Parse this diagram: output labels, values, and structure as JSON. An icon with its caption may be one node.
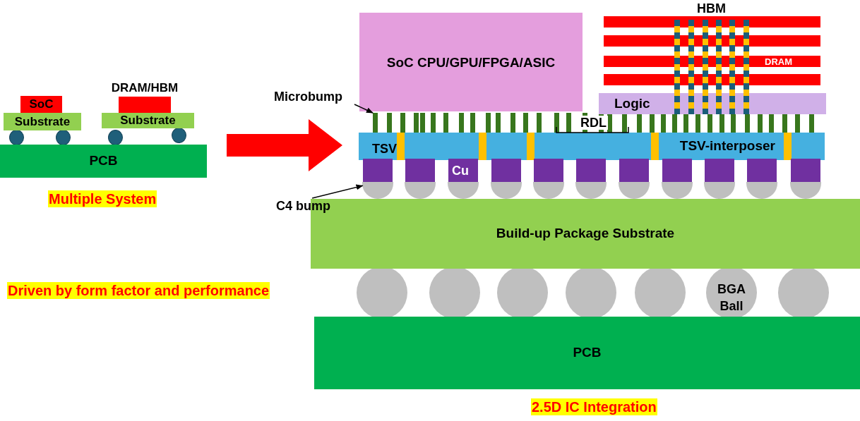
{
  "diagram": {
    "nodes": [
      {
        "text": [
          "SoC"
        ]
      },
      {
        "text": [
          "Substrate"
        ]
      },
      {
        "text": [
          "DRAM/HBM"
        ]
      },
      {
        "text": [
          "Substrate"
        ]
      },
      {
        "text": [
          "PCB"
        ]
      },
      {
        "text": [
          "SoC CPU/GPU/FPGA/ASIC"
        ]
      },
      {
        "text": [
          "HBM"
        ]
      },
      {
        "text": [],
        "shape": "bar",
        "in": 6
      },
      {
        "text": [],
        "shape": "bar",
        "in": 6
      },
      {
        "text": [
          "DRAM"
        ],
        "in": 6
      },
      {
        "text": [],
        "shape": "bar",
        "in": 6
      },
      {
        "text": [
          "Logic"
        ]
      },
      {
        "text": [
          "TSV-interposer"
        ]
      },
      {
        "text": [
          "Microbump"
        ]
      },
      {
        "text": [],
        "shape": "bar"
      },
      {
        "text": [
          "C4 bump"
        ]
      },
      {
        "text": [],
        "shape": "circle"
      },
      {
        "text": [],
        "shape": "circle"
      },
      {
        "text": [],
        "shape": "circle"
      },
      {
        "text": [],
        "shape": "circle"
      },
      {
        "text": [],
        "shape": "circle"
      },
      {
        "text": [],
        "shape": "circle"
      },
      {
        "text": [],
        "shape": "circle"
      },
      {
        "text": [],
        "shape": "circle"
      },
      {
        "text": [],
        "shape": "circle"
      },
      {
        "text": [],
        "shape": "circle"
      },
      {
        "text": [],
        "shape": "circle"
      },
      {
        "text": [
          "Build-up Package Substrate"
        ]
      },
      {
        "text": [
          "PCB"
        ]
      }
    ],
    "edges": [
      {
        "from": 4,
        "to": 12,
        "arrow": "to",
        "style": "thick",
        "color": "#ff0000"
      },
      {
        "from": 13,
        "to": 14,
        "arrow": "to"
      },
      {
        "from": 15,
        "to": 16,
        "arrow": "to"
      }
    ],
    "labels": [
      "Multiple System",
      "TSV",
      "RDL",
      "Cu",
      "Driven by form factor and performance",
      "BGA Ball",
      "2.5D IC Integration"
    ]
  }
}
